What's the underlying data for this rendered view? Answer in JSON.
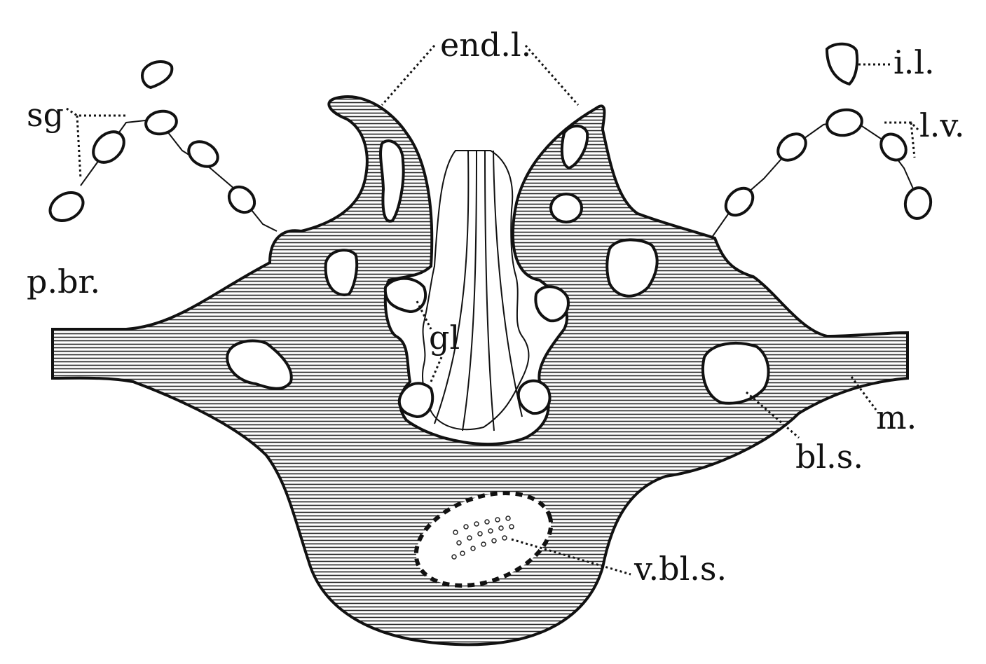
{
  "figure": {
    "labels": {
      "end_l": "end.l.",
      "i_l": "i.l.",
      "sg": "sg",
      "l_v": "l.v.",
      "p_br": "p.br.",
      "gl": "gl",
      "m": "m.",
      "bl_s": "bl.s.",
      "v_bl_s": "v.bl.s."
    }
  },
  "colors": {
    "ink": "#111111",
    "paper": "#ffffff",
    "tissue": "#9a9a9a"
  }
}
